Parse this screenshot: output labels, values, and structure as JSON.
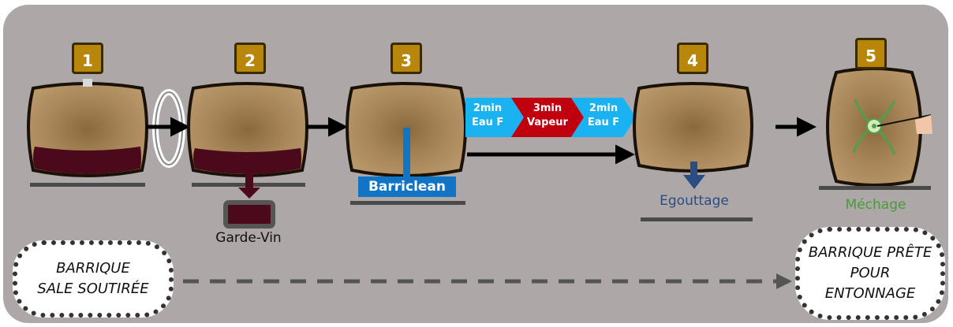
{
  "steps": [
    {
      "number": "1"
    },
    {
      "number": "2"
    },
    {
      "number": "3"
    },
    {
      "number": "4"
    },
    {
      "number": "5"
    }
  ],
  "labels": {
    "garde_vin": "Garde-Vin",
    "barriclean": "Barriclean",
    "egouttage": "Egouttage",
    "mechage": "Méchage"
  },
  "process_chevrons": [
    {
      "line1": "2min",
      "line2": "Eau F",
      "color": "#1ab2f0"
    },
    {
      "line1": "3min",
      "line2": "Vapeur",
      "color": "#c0000f"
    },
    {
      "line1": "2min",
      "line2": "Eau F",
      "color": "#1ab2f0"
    }
  ],
  "start_state": {
    "line1": "BARRIQUE",
    "line2": "SALE SOUTIRÉE"
  },
  "end_state": {
    "line1": "BARRIQUE PRÊTE",
    "line2": "POUR",
    "line3": "ENTONNAGE"
  },
  "colors": {
    "panel": "#ada8a7",
    "badge": "#b8860b",
    "barrel_wood": "#8a6a3d",
    "wine": "#4b0a1c",
    "barriclean": "#1274c4",
    "egouttage_arrow": "#2a4d84",
    "mechage_text": "#4a9a3a"
  }
}
